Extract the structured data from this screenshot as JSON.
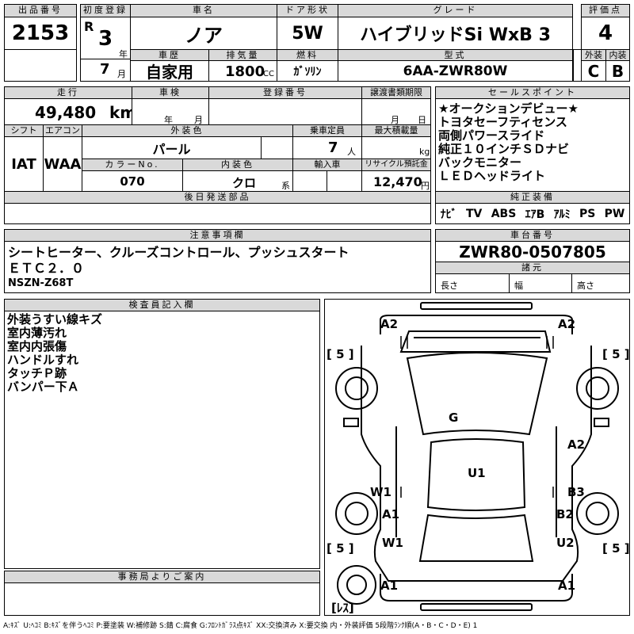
{
  "header": {
    "lot_label": "出品番号",
    "lot_no": "2153",
    "first_reg_label": "初度登録",
    "era": "R",
    "year": "3",
    "year_unit": "年",
    "month": "7",
    "month_unit": "月",
    "car_name_label": "車名",
    "car_name": "ノア",
    "door_label": "ドア形状",
    "door": "5W",
    "grade_label": "グレード",
    "grade": "ハイブリッドSi WxB 3",
    "score_label": "評価点",
    "score": "4",
    "history_label": "車歴",
    "history": "自家用",
    "displacement_label": "排気量",
    "displacement": "1800",
    "displacement_unit": "CC",
    "fuel_label": "燃料",
    "fuel": "ｶﾞｿﾘﾝ",
    "model_label": "型式",
    "model": "6AA-ZWR80W",
    "exterior_label": "外装",
    "exterior_grade": "C",
    "interior_label": "内装",
    "interior_grade": "B"
  },
  "row2": {
    "mileage_label": "走行",
    "mileage": "49,480",
    "mileage_unit": "km",
    "inspection_label": "車検",
    "insp_year_unit": "年",
    "insp_month_unit": "月",
    "reg_no_label": "登録番号",
    "transfer_label": "譲渡書類期限",
    "transfer_month_unit": "月",
    "transfer_day_unit": "日",
    "shift_label": "シフト",
    "shift": "IAT",
    "ac_label": "エアコン",
    "ac": "WAA",
    "color_label": "外装色",
    "color": "パール",
    "capacity_label": "乗車定員",
    "capacity": "7",
    "capacity_unit": "人",
    "max_load_label": "最大積載量",
    "max_load_unit": "kg",
    "color_no_label": "カラーNo.",
    "color_no": "070",
    "int_color_label": "内装色",
    "int_color": "クロ",
    "int_color_unit": "系",
    "import_label": "輸入車",
    "recycle_label": "リサイクル預託金",
    "recycle": "12,470",
    "recycle_unit": "円",
    "later_parts_label": "後日発送部品"
  },
  "sales_points": {
    "label": "セールスポイント",
    "items": [
      "★オークションデビュー★",
      "トヨタセーフティセンス",
      "両側パワースライド",
      "純正１０インチＳＤナビ",
      "バックモニター",
      "ＬＥＤヘッドライト"
    ]
  },
  "equipment": {
    "label": "純正装備",
    "items": [
      "ﾅﾋﾞ",
      "TV",
      "ABS",
      "ｴｱB",
      "ｱﾙﾐ",
      "PS",
      "PW"
    ]
  },
  "notes": {
    "label": "注意事項欄",
    "lines": [
      "シートヒーター、クルーズコントロール、プッシュスタート",
      "ＥＴＣ２．０",
      "NSZN-Z68T"
    ]
  },
  "chassis": {
    "label": "車台番号",
    "number": "ZWR80-0507805",
    "dims_label": "諸元",
    "length_label": "長さ",
    "width_label": "幅",
    "height_label": "高さ"
  },
  "inspector": {
    "label": "検査員記入欄",
    "lines": [
      "外装うすい線キズ",
      "室内薄汚れ",
      "室内内張傷",
      "ハンドルすれ",
      "タッチＰ跡",
      "バンパー下Ａ"
    ]
  },
  "office": {
    "label": "事務局よりご案内"
  },
  "diagram": {
    "marks": {
      "front_left": "A2",
      "front_right": "A2",
      "tire_fl": "[ 5 ]",
      "tire_fr": "[ 5 ]",
      "tire_rl": "[ 5 ]",
      "tire_rr": "[ 5 ]",
      "windshield": "G",
      "right_front_door": "A2",
      "roof": "U1",
      "left_mid_1": "W1",
      "left_mid_2": "A1",
      "left_mid_3": "W1",
      "right_mid_1": "B3",
      "right_mid_2": "B2",
      "right_mid_3": "U2",
      "rear_left": "A1",
      "rear_right": "A1",
      "spare": "[ﾚｽ]"
    }
  },
  "footer": "A:ｷｽﾞ U:ﾍｺﾐ B:ｷｽﾞを伴うﾍｺﾐ P:要塗装 W:補修跡 S:錆 C:腐食 G:ﾌﾛﾝﾄｶﾞﾗｽ点ｷｽﾞ XX:交換済み X:要交換  内・外装評価 5段階ﾗﾝｸ順(A・B・C・D・E) 1"
}
